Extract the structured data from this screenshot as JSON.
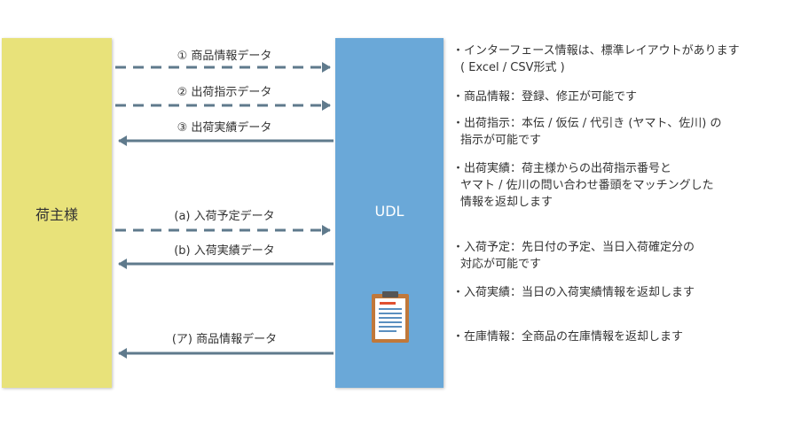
{
  "shipper": {
    "label": "荷主様"
  },
  "udl": {
    "label": "UDL",
    "document_icon": "clipboard-document-icon"
  },
  "arrows": [
    {
      "id": "product-info",
      "label": "① 商品情報データ",
      "direction": "to-udl",
      "style": "dashed"
    },
    {
      "id": "shipping-instruction",
      "label": "② 出荷指示データ",
      "direction": "to-udl",
      "style": "dashed"
    },
    {
      "id": "shipping-result",
      "label": "③ 出荷実績データ",
      "direction": "to-shipper",
      "style": "solid"
    },
    {
      "id": "receiving-plan",
      "label": "(a) 入荷予定データ",
      "direction": "to-udl",
      "style": "dashed"
    },
    {
      "id": "receiving-result",
      "label": "(b) 入荷実績データ",
      "direction": "to-shipper",
      "style": "solid"
    },
    {
      "id": "product-info-return",
      "label": "(ア) 商品情報データ",
      "direction": "to-shipper",
      "style": "solid"
    }
  ],
  "notes": [
    {
      "lines": [
        "・インターフェース情報は、標準レイアウトがあります",
        "( Excel / CSV形式 )"
      ]
    },
    {
      "lines": [
        "・商品情報：登録、修正が可能です"
      ]
    },
    {
      "lines": [
        "・出荷指示：本伝 / 仮伝 / 代引き (ヤマト、佐川) の",
        "指示が可能です"
      ]
    },
    {
      "lines": [
        "・出荷実績：荷主様からの出荷指示番号と",
        "ヤマト / 佐川の問い合わせ番頭をマッチングした",
        "情報を返却します"
      ]
    },
    {
      "lines": [
        "・入荷予定：先日付の予定、当日入荷確定分の",
        "対応が可能です"
      ]
    },
    {
      "lines": [
        "・入荷実績：当日の入荷実績情報を返却します"
      ]
    },
    {
      "lines": [
        "・在庫情報：全商品の在庫情報を返却します"
      ]
    }
  ],
  "colors": {
    "shipper_box": "#e8e27a",
    "udl_box": "#6aa8d8",
    "arrow": "#5f7a8c",
    "clipboard_board": "#c0783a",
    "clipboard_clip": "#555555",
    "clipboard_accent": "#e05030",
    "clipboard_lines": "#5a8fc0"
  }
}
